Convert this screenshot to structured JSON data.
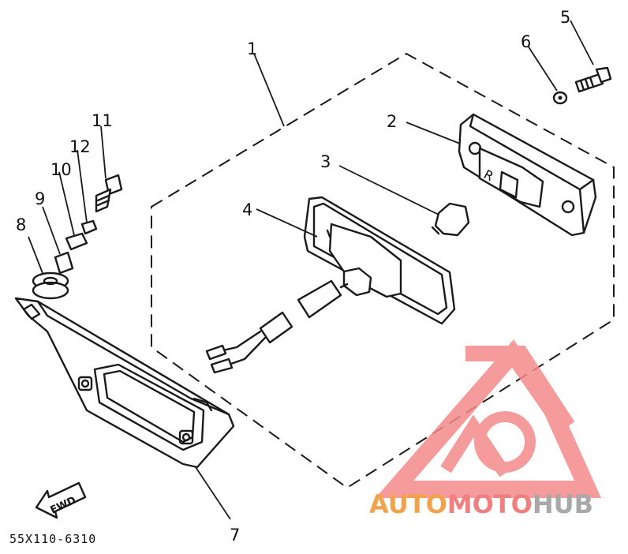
{
  "diagram": {
    "part_labels": {
      "p1": "1",
      "p2": "2",
      "p3": "3",
      "p4": "4",
      "p5": "5",
      "p6": "6",
      "p7": "7",
      "p8": "8",
      "p9": "9",
      "p10": "10",
      "p11": "11",
      "p12": "12"
    },
    "direction_arrow": "FWD",
    "diagram_code": "55X110-6310",
    "lens_mark": "R"
  },
  "watermark": {
    "word_auto": "AUTO",
    "word_moto": "MOTO",
    "word_hub": "HUB",
    "colors": {
      "auto": "#f2a24a",
      "moto": "#f08080",
      "hub": "#a8a8a8",
      "logo": "#f48a8a"
    }
  }
}
